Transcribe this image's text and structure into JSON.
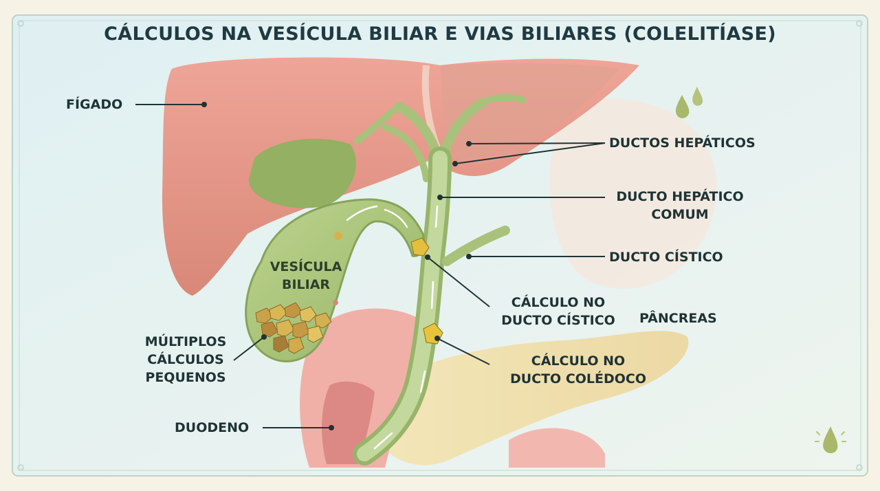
{
  "title": "CÁLCULOS NA VESÍCULA BILIAR E VIAS BILIARES (COLELITÍASE)",
  "labels": {
    "figado": "FÍGADO",
    "ductos_hepaticos": "DUCTOS HEPÁTICOS",
    "ducto_hepatico_comum": [
      "DUCTO HEPÁTICO",
      "COMUM"
    ],
    "ducto_cistico": "DUCTO CÍSTICO",
    "vesicula_biliar": [
      "VESÍCULA",
      "BILIAR"
    ],
    "calculo_ducto_cistico": [
      "CÁLCULO NO",
      "DUCTO CÍSTICO"
    ],
    "pancreas": "PÂNCREAS",
    "multiplos_calculos": [
      "MÚLTIPLOS",
      "CÁLCULOS",
      "PEQUENOS"
    ],
    "calculo_ducto_coledoco": [
      "CÁLCULO NO",
      "DUCTO COLÉDOCO"
    ],
    "duodeno": "DUODENO"
  },
  "colors": {
    "background": "#f7f2e6",
    "panel": "#e6f1f1",
    "liver": "#e89a8c",
    "gallbladder": "#a9c47a",
    "bile_duct": "#b8cf8d",
    "pancreas": "#f1e2b3",
    "duodenum": "#f2b3ad",
    "stone": "#d7b04a",
    "text": "#1f3334"
  }
}
